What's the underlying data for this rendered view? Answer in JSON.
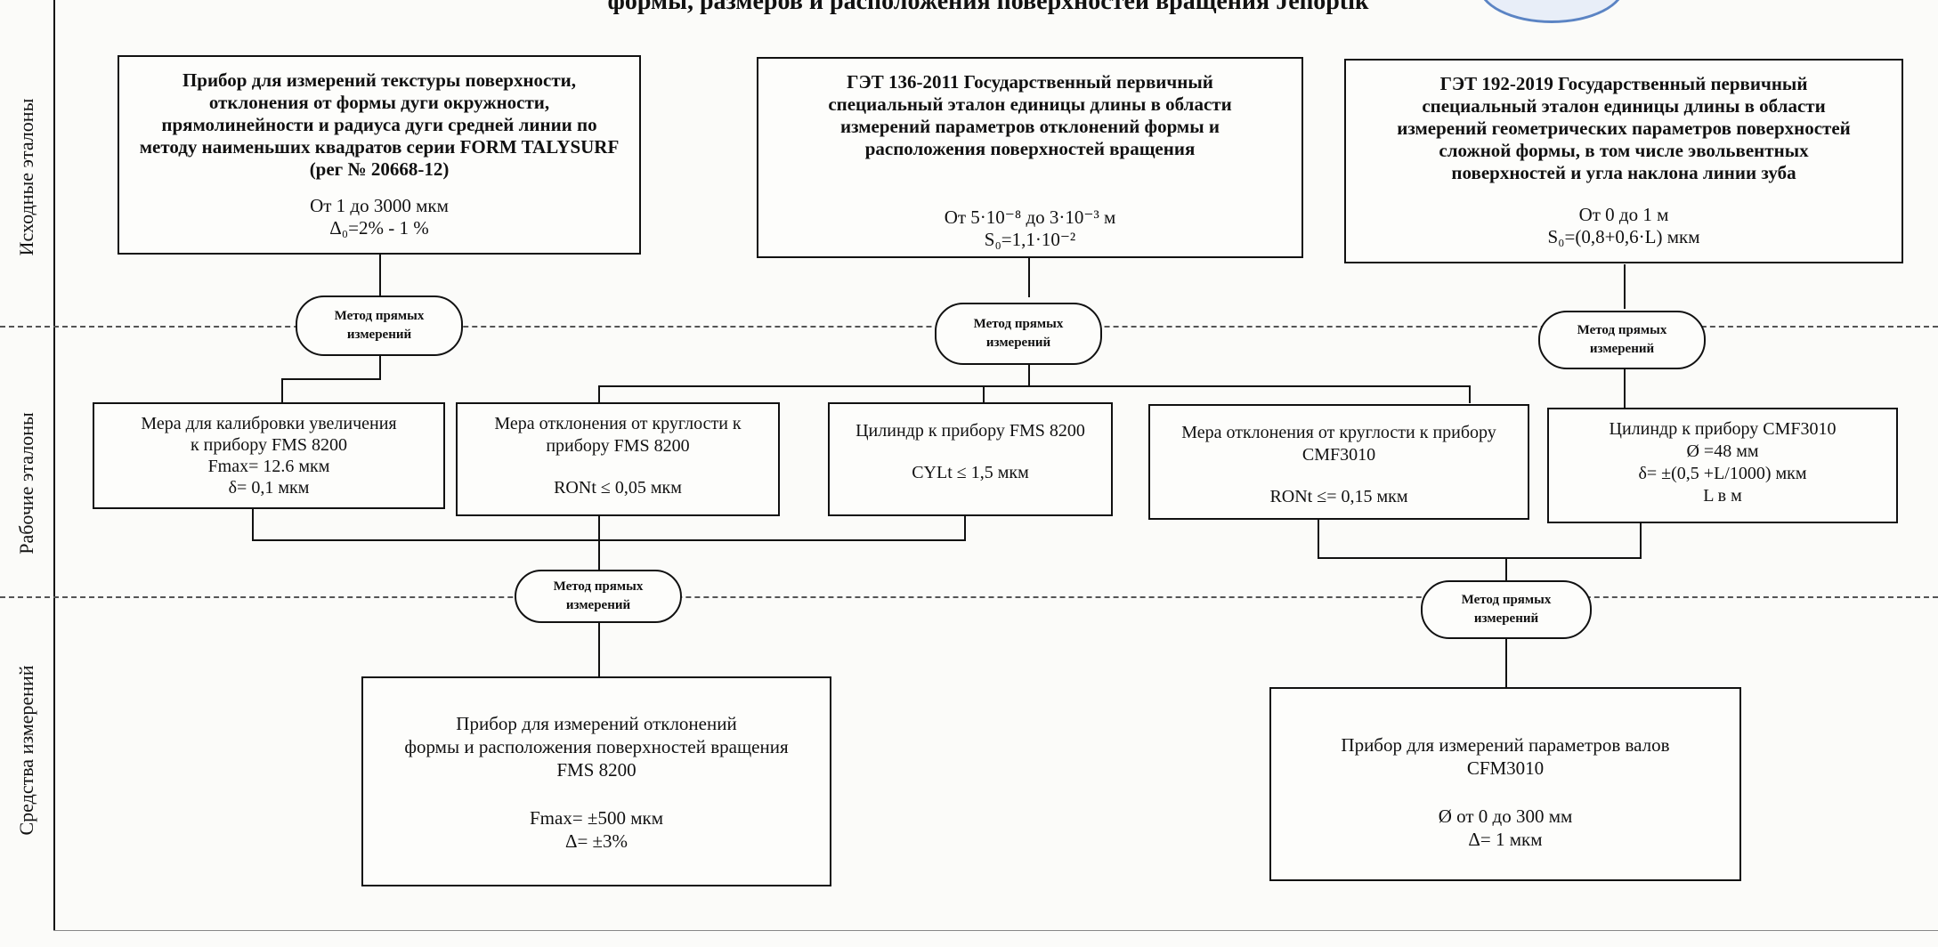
{
  "header": {
    "title": "формы, размеров и расположения поверхностей вращения Jenoptik"
  },
  "side_labels": {
    "top": "Исходные эталоны",
    "middle": "Рабочие эталоны",
    "bottom": "Средства измерений"
  },
  "source_standards": [
    {
      "title_lines": [
        "Прибор для измерений текстуры поверхности,",
        "отклонения от формы дуги окружности,",
        "прямолинейности и радиуса дуги средней линии по",
        "методу наименьших квадратов серии FORM TALYSURF",
        "(рег № 20668-12)"
      ],
      "range": "От 1 до 3000 мкм",
      "accuracy": "Δ₀=2% - 1 %"
    },
    {
      "title_lines": [
        "ГЭТ 136-2011 Государственный первичный",
        "специальный эталон единицы длины в области",
        "измерений параметров отклонений формы и",
        "расположения поверхностей вращения"
      ],
      "range": "От 5·10⁻⁸ до 3·10⁻³ м",
      "accuracy": "S₀=1,1·10⁻²"
    },
    {
      "title_lines": [
        "ГЭТ 192-2019 Государственный первичный",
        "специальный эталон единицы длины в области",
        "измерений геометрических параметров поверхностей",
        "сложной формы, в том числе эвольвентных",
        "поверхностей и угла наклона линии зуба"
      ],
      "range": "От 0 до 1 м",
      "accuracy": "S₀=(0,8+0,6·L) мкм"
    }
  ],
  "method_label": [
    "Метод прямых",
    "измерений"
  ],
  "working_standards": [
    {
      "lines": [
        "Мера для калибровки увеличения",
        "к прибору FMS 8200",
        "Fmax= 12.6 мкм",
        "δ= 0,1 мкм"
      ]
    },
    {
      "lines": [
        "Мера отклонения от круглости к",
        "прибору FMS 8200"
      ],
      "value": "RONt ≤  0,05 мкм"
    },
    {
      "lines": [
        "Цилиндр к прибору FMS 8200"
      ],
      "value": "CYLt ≤ 1,5 мкм"
    },
    {
      "lines": [
        "Мера отклонения от круглости к прибору",
        "CMF3010"
      ],
      "value": "RONt ≤= 0,15 мкм"
    },
    {
      "lines": [
        "Цилиндр к прибору CMF3010",
        "Ø =48 мм",
        "δ= ±(0,5 +L/1000) мкм",
        "L   в м"
      ]
    }
  ],
  "instruments": [
    {
      "lines": [
        "Прибор для измерений отклонений",
        "формы и расположения поверхностей вращения",
        "FMS 8200"
      ],
      "range": "Fmax= ±500 мкм",
      "accuracy": "Δ= ±3%"
    },
    {
      "lines": [
        "Прибор для измерений параметров валов",
        "CFM3010"
      ],
      "range": "Ø от 0 до 300 мм",
      "accuracy": "Δ= 1 мкм"
    }
  ]
}
